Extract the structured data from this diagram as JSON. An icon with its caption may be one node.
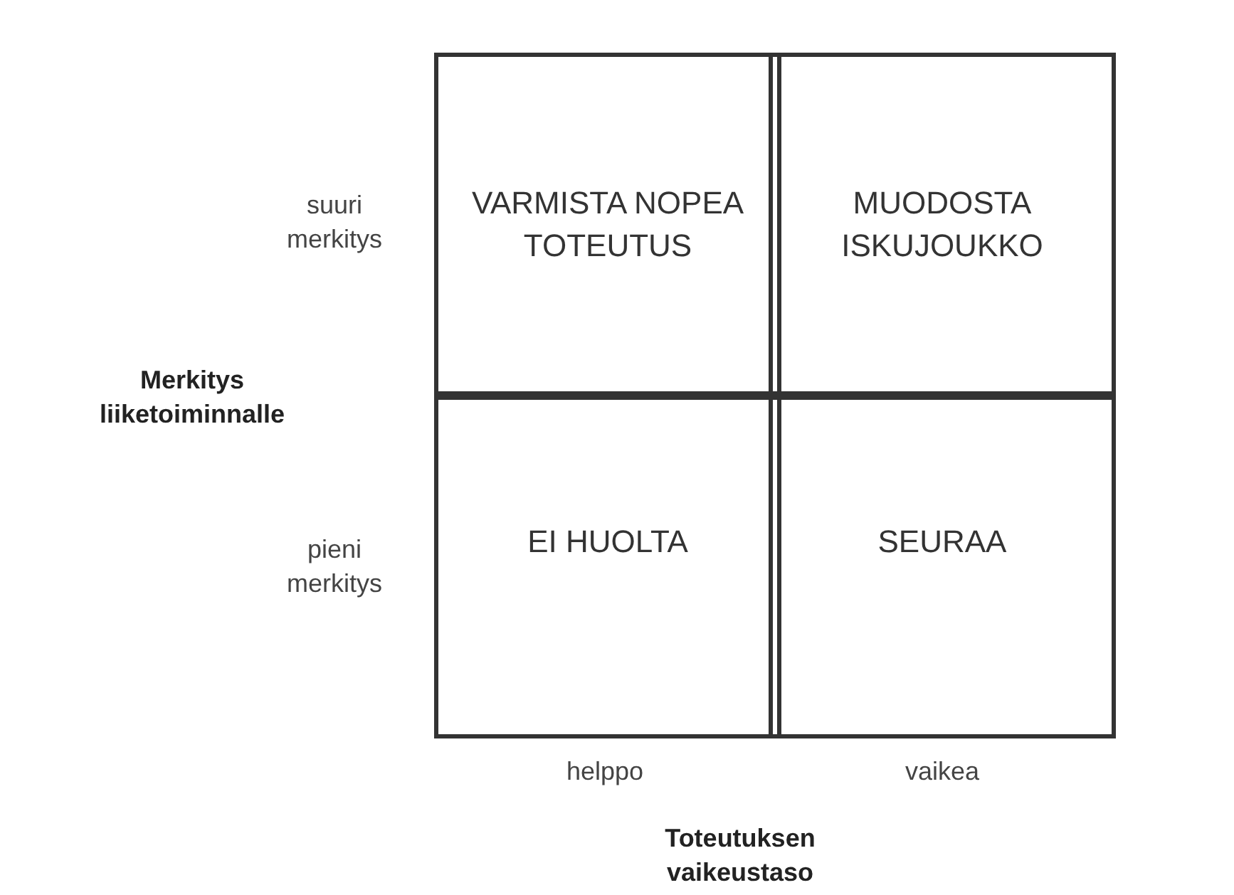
{
  "diagram": {
    "nodes": [
      {
        "text": [
          "VARMISTA NOPEA TOTEUTUS"
        ]
      },
      {
        "text": [
          "MUODOSTA ISKUJOUKKO"
        ]
      },
      {
        "text": [
          "EI HUOLTA"
        ]
      },
      {
        "text": [
          "SEURAA"
        ]
      }
    ],
    "labels": [
      "suuri merkitys",
      "Merkitys liiketoiminnalle",
      "pieni merkitys",
      "helppo",
      "vaikea",
      "Toteutuksen vaikeustaso"
    ]
  }
}
